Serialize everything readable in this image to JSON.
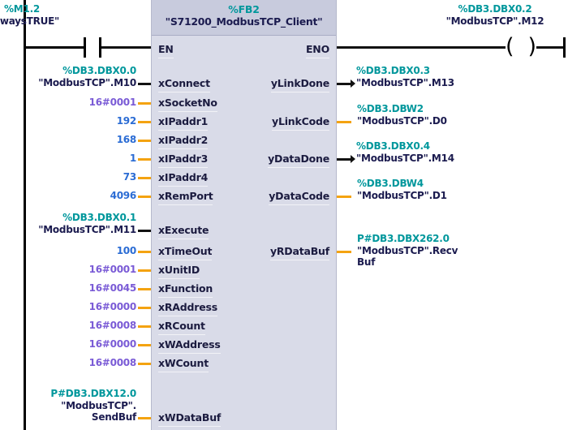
{
  "diagram": {
    "type": "ladder-logic-fbd",
    "network_rails": {
      "power_rail": true
    }
  },
  "rung": {
    "contact": {
      "address": "%M1.2",
      "symbol": "\"AlwaysTRUE\"",
      "kind": "normally-open-contact"
    },
    "coil": {
      "address": "%DB3.DBX0.2",
      "symbol": "\"ModbusTCP\".M12",
      "kind": "output-coil"
    }
  },
  "function_block": {
    "number": "%FB2",
    "name": "\"S71200_ModbusTCP_Client\"",
    "enable_in": "EN",
    "enable_out": "ENO",
    "inputs": [
      {
        "pin": "xConnect",
        "wire": "bool",
        "addr": "%DB3.DBX0.0",
        "sym": "\"ModbusTCP\".M10",
        "value": null
      },
      {
        "pin": "xSocketNo",
        "wire": "num",
        "addr": null,
        "sym": null,
        "value": "16#0001",
        "value_type": "hex"
      },
      {
        "pin": "xIPaddr1",
        "wire": "num",
        "addr": null,
        "sym": null,
        "value": "192",
        "value_type": "dec"
      },
      {
        "pin": "xIPaddr2",
        "wire": "num",
        "addr": null,
        "sym": null,
        "value": "168",
        "value_type": "dec"
      },
      {
        "pin": "xIPaddr3",
        "wire": "num",
        "addr": null,
        "sym": null,
        "value": "1",
        "value_type": "dec"
      },
      {
        "pin": "xIPaddr4",
        "wire": "num",
        "addr": null,
        "sym": null,
        "value": "73",
        "value_type": "dec"
      },
      {
        "pin": "xRemPort",
        "wire": "num",
        "addr": null,
        "sym": null,
        "value": "4096",
        "value_type": "dec"
      },
      {
        "pin": "xExecute",
        "wire": "bool",
        "addr": "%DB3.DBX0.1",
        "sym": "\"ModbusTCP\".M11",
        "value": null
      },
      {
        "pin": "xTimeOut",
        "wire": "num",
        "addr": null,
        "sym": null,
        "value": "100",
        "value_type": "dec"
      },
      {
        "pin": "xUnitID",
        "wire": "num",
        "addr": null,
        "sym": null,
        "value": "16#0001",
        "value_type": "hex"
      },
      {
        "pin": "xFunction",
        "wire": "num",
        "addr": null,
        "sym": null,
        "value": "16#0045",
        "value_type": "hex"
      },
      {
        "pin": "xRAddress",
        "wire": "num",
        "addr": null,
        "sym": null,
        "value": "16#0000",
        "value_type": "hex"
      },
      {
        "pin": "xRCount",
        "wire": "num",
        "addr": null,
        "sym": null,
        "value": "16#0008",
        "value_type": "hex"
      },
      {
        "pin": "xWAddress",
        "wire": "num",
        "addr": null,
        "sym": null,
        "value": "16#0000",
        "value_type": "hex"
      },
      {
        "pin": "xWCount",
        "wire": "num",
        "addr": null,
        "sym": null,
        "value": "16#0008",
        "value_type": "hex"
      },
      {
        "pin": "xWDataBuf",
        "wire": "num",
        "addr": "P#DB3.DBX12.0",
        "sym": "\"ModbusTCP\".",
        "sym2": "SendBuf",
        "value": null
      }
    ],
    "outputs": [
      {
        "pin": "yLinkDone",
        "wire": "bool",
        "addr": "%DB3.DBX0.3",
        "sym": "\"ModbusTCP\".M13"
      },
      {
        "pin": "yLinkCode",
        "wire": "num",
        "addr": "%DB3.DBW2",
        "sym": "\"ModbusTCP\".D0"
      },
      {
        "pin": "yDataDone",
        "wire": "bool",
        "addr": "%DB3.DBX0.4",
        "sym": "\"ModbusTCP\".M14"
      },
      {
        "pin": "yDataCode",
        "wire": "num",
        "addr": "%DB3.DBW4",
        "sym": "\"ModbusTCP\".D1"
      },
      {
        "pin": "yRDataBuf",
        "wire": "num",
        "addr": "P#DB3.DBX262.0",
        "sym": "\"ModbusTCP\".Recv",
        "sym2": "Buf"
      }
    ]
  },
  "colors": {
    "address": "#00979c",
    "symbol": "#1b1b4f",
    "hex_value": "#7a5bd6",
    "dec_value": "#2b6cd4",
    "bool_wire": "#121212",
    "num_wire": "#f4a311",
    "block_body": "#d9dbe8",
    "block_header": "#c8cbdd"
  }
}
